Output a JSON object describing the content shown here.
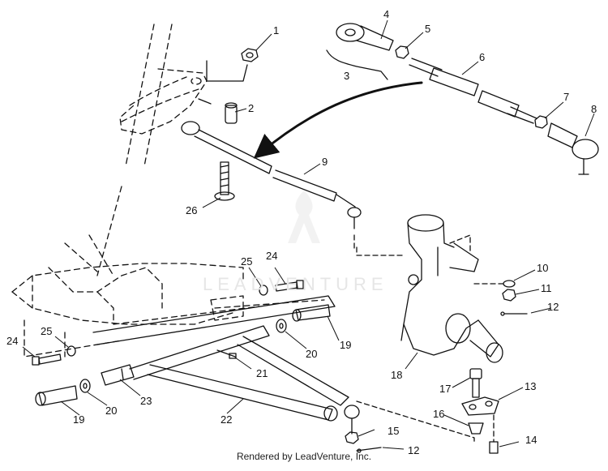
{
  "diagram": {
    "callouts": [
      "1",
      "2",
      "3",
      "4",
      "5",
      "6",
      "7",
      "8",
      "9",
      "10",
      "11",
      "12",
      "12",
      "13",
      "14",
      "15",
      "16",
      "17",
      "18",
      "19",
      "19",
      "20",
      "20",
      "21",
      "22",
      "23",
      "24",
      "24",
      "25",
      "25",
      "26"
    ],
    "watermark": "LEADVENTURE",
    "footer": "Rendered by LeadVenture, Inc."
  }
}
